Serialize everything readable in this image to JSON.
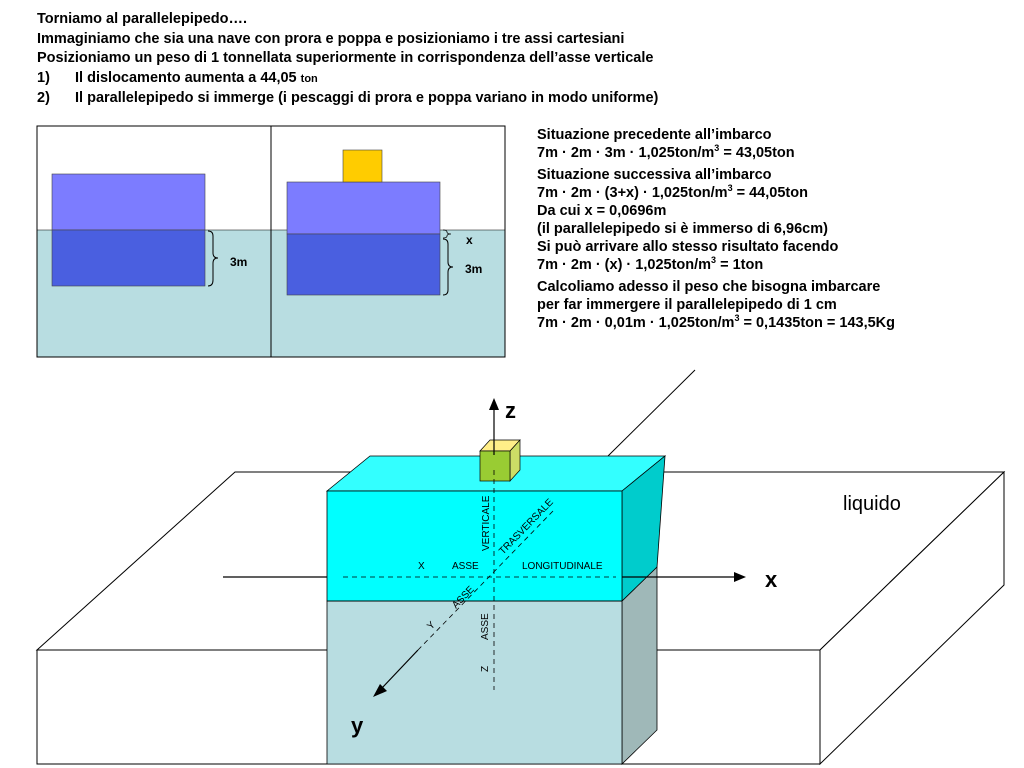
{
  "intro": {
    "line1": "Torniamo al parallelepipedo….",
    "line2": "Immaginiamo che sia una nave con prora e poppa e posizioniamo i tre assi cartesiani",
    "line3": "Posizioniamo un peso di 1 tonnellata superiormente in corrispondenza dell’asse verticale",
    "item1_num": "1)",
    "item1_text": "Il dislocamento aumenta a 44,05",
    "item1_unit": "ton",
    "item2_num": "2)",
    "item2_text": "Il parallelepipedo si immerge (i pescaggi di prora e poppa variano in modo uniforme)"
  },
  "calc": {
    "b1_title": "Situazione precedente all’imbarco",
    "b1_eq_pre": "7m · 2m · 3m · 1,025ton/m",
    "b1_eq_exp": "3",
    "b1_eq_post": " = 43,05ton",
    "b2_title": "Situazione successiva all’imbarco",
    "b2_eq_pre": "7m · 2m · (3+x) · 1,025ton/m",
    "b2_eq_exp": "3",
    "b2_eq_post": " = 44,05ton",
    "b2_l3": "Da cui x = 0,0696m",
    "b2_l4": "(il parallelepipedo si è immerso di 6,96cm)",
    "b2_l5": "Si può arrivare allo stesso risultato facendo",
    "b2_eq2_pre": "7m · 2m · (x) · 1,025ton/m",
    "b2_eq2_exp": "3",
    "b2_eq2_post": " = 1ton",
    "b3_l1": "Calcoliamo adesso il peso che bisogna imbarcare",
    "b3_l2": "per far immergere il parallelepipedo di 1 cm",
    "b3_eq_pre": "7m · 2m · 0,01m · 1,025ton/m",
    "b3_eq_exp": "3",
    "b3_eq_post": " = 0,1435ton = 143,5Kg"
  },
  "small_diagram": {
    "left_draft": "3m",
    "right_x": "x",
    "right_draft": "3m"
  },
  "diagram3d": {
    "liquid_label": "liquido",
    "axis_z": "z",
    "axis_x": "x",
    "axis_y": "y",
    "lbl_x": "X",
    "lbl_asse1": "ASSE",
    "lbl_longitudinale": "LONGITUDINALE",
    "lbl_verticale": "VERTICALE",
    "lbl_trasversale": "TRASVERSALE",
    "lbl_asse2": "ASSE",
    "lbl_asse3": "ASSE",
    "lbl_y": "Y",
    "lbl_z": "Z"
  },
  "colors": {
    "water": "#b8dde1",
    "hull_above": "#7c7cff",
    "hull_below": "#4a5fe0",
    "weight": "#ffcc00",
    "box_top": "#33ffff",
    "box_side": "#00cccc",
    "box_front": "#00ffff",
    "cube": "#99cc33"
  }
}
